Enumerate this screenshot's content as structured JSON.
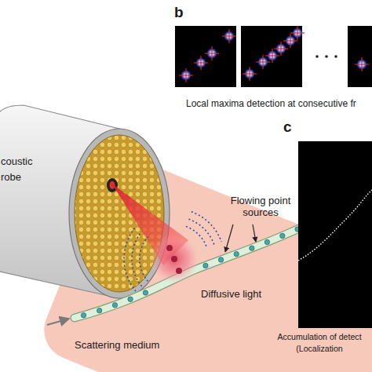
{
  "diagram": {
    "labels": [
      "b",
      "Local maxima detection at consecutive fr",
      "coustic robe",
      "Flowing point sources",
      "Diffusive light",
      "Scattering medium",
      "c",
      "Accumulation of detect (Localization"
    ]
  }
}
